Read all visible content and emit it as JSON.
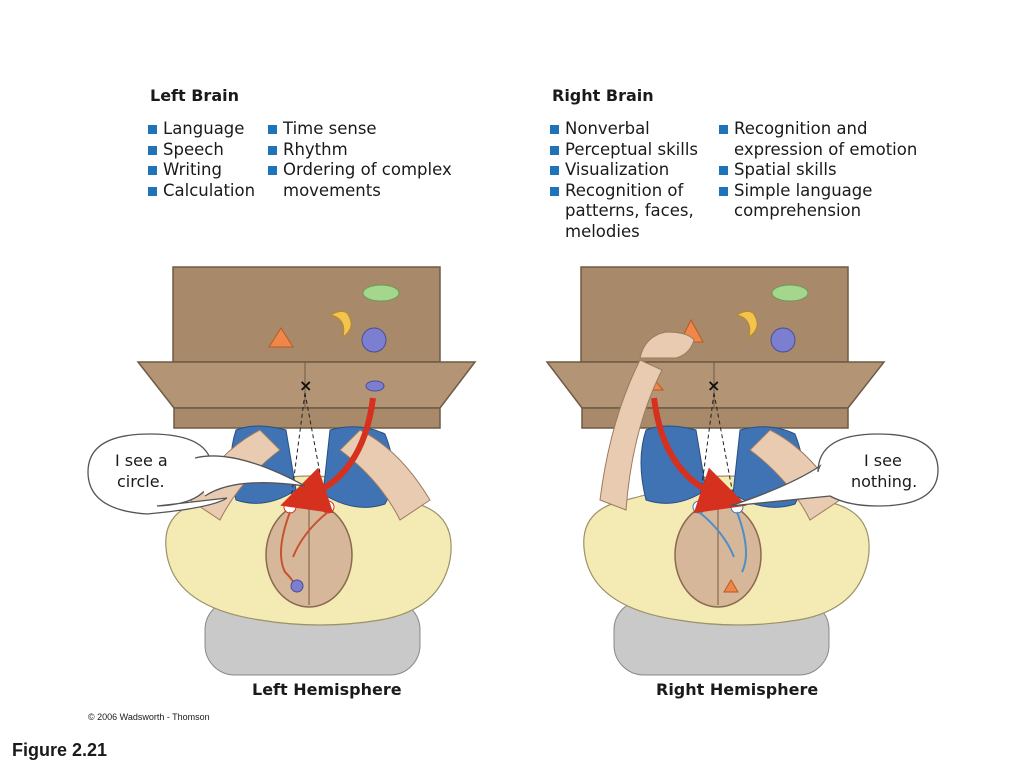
{
  "left_brain": {
    "heading": "Left Brain",
    "col1": [
      "Language",
      "Speech",
      "Writing",
      "Calculation"
    ],
    "col2": [
      "Time sense",
      "Rhythm",
      "Ordering of complex",
      "movements"
    ]
  },
  "right_brain": {
    "heading": "Right Brain",
    "col1": [
      "Nonverbal",
      "Perceptual skills",
      "Visualization",
      "Recognition of",
      "patterns, faces,",
      "melodies"
    ],
    "col2": [
      "Recognition and",
      "expression of emotion",
      "Spatial skills",
      "Simple language",
      "comprehension"
    ]
  },
  "left_panel": {
    "speech_line1": "I see a",
    "speech_line2": "circle.",
    "caption": "Left Hemisphere"
  },
  "right_panel": {
    "speech_line1": "I see",
    "speech_line2": "nothing.",
    "caption": "Right Hemisphere"
  },
  "copyright": "© 2006 Wadsworth - Thomson",
  "figure_label": "Figure 2.21",
  "colors": {
    "bullet": "#1f74b9",
    "table": "#a88969",
    "shirt": "#f3eab4",
    "jeans": "#3f73b3",
    "arrow": "#d6311f",
    "ellipse": "#a5d68d",
    "circle": "#7c7fd0",
    "triangle": "#f0874a",
    "moon": "#f2c44f"
  }
}
